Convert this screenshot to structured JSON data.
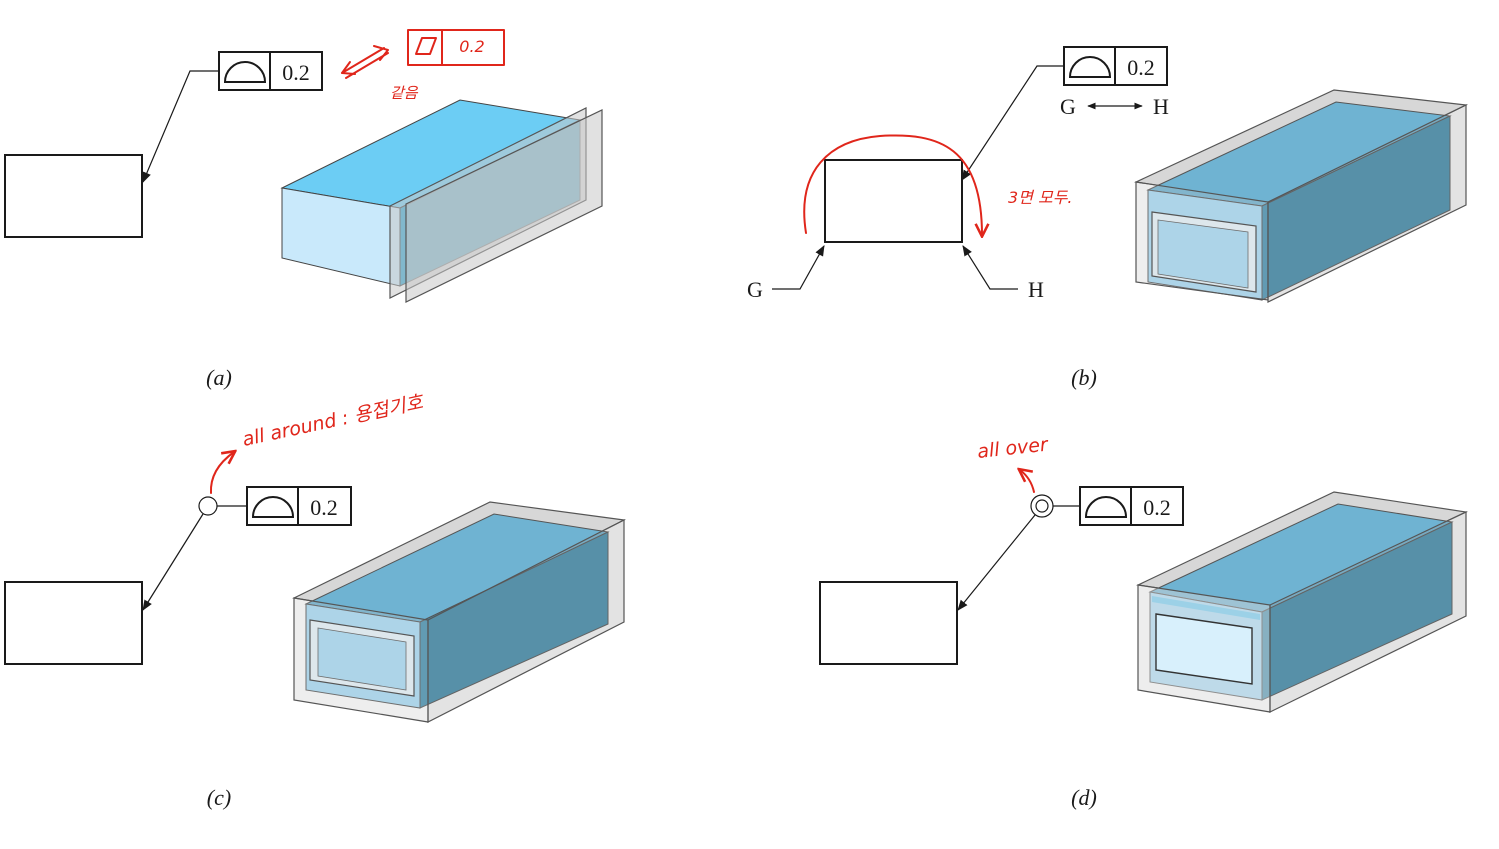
{
  "panels": {
    "a": {
      "caption": "(a)",
      "fcf": {
        "symbol": "profile-of-surface",
        "tolerance": "0.2"
      },
      "note": {
        "fcf_tolerance": "0.2",
        "text": "같음"
      }
    },
    "b": {
      "caption": "(b)",
      "fcf": {
        "symbol": "profile-of-surface",
        "tolerance": "0.2"
      },
      "between": {
        "from": "G",
        "to": "H"
      },
      "leader_labels": {
        "left": "G",
        "right": "H"
      },
      "note": {
        "text": "3면 모두."
      }
    },
    "c": {
      "caption": "(c)",
      "fcf": {
        "symbol": "profile-of-surface",
        "tolerance": "0.2"
      },
      "note": {
        "text": "all around : 용접기호"
      }
    },
    "d": {
      "caption": "(d)",
      "fcf": {
        "symbol": "profile-of-surface",
        "tolerance": "0.2"
      },
      "note": {
        "text": "all over"
      }
    }
  },
  "colors": {
    "blue_light": "#c9e9fb",
    "blue_mid": "#6ccdf4",
    "blue_deep": "#2aa5d0",
    "blue_dark": "#4591b0",
    "glass": "#c9c9c9",
    "annotation_red": "#e0261b"
  }
}
